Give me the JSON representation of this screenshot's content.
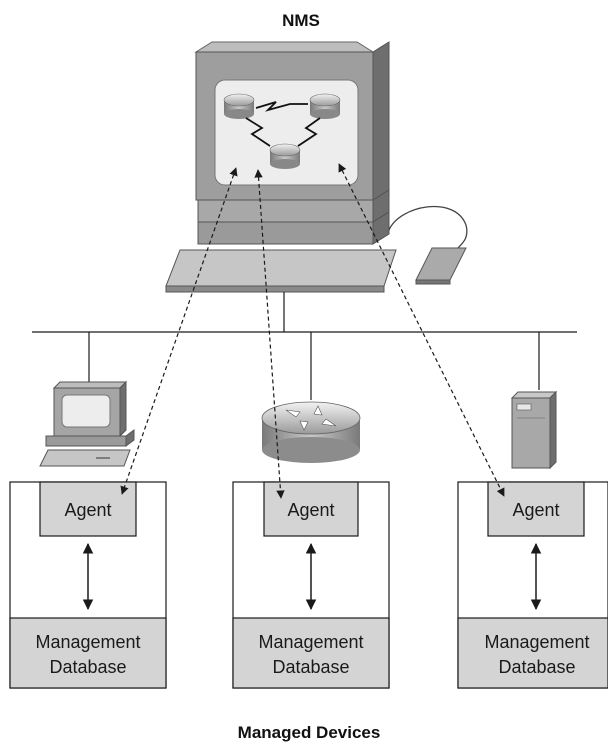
{
  "nms": {
    "label": "NMS"
  },
  "footer": {
    "label": "Managed Devices"
  },
  "devices": [
    {
      "agent_label": "Agent",
      "db_line1": "Management",
      "db_line2": "Database",
      "icon": "workstation-icon"
    },
    {
      "agent_label": "Agent",
      "db_line1": "Management",
      "db_line2": "Database",
      "icon": "router-icon"
    },
    {
      "agent_label": "Agent",
      "db_line1": "Management",
      "db_line2": "Database",
      "icon": "server-icon"
    }
  ],
  "colors": {
    "fill_gray": "#d4d4d4",
    "line": "#1a1a1a"
  }
}
